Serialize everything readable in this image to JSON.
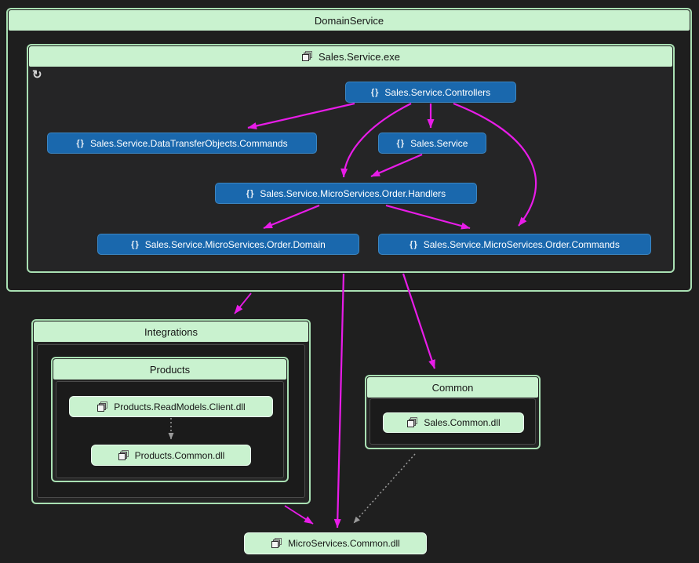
{
  "diagram": {
    "groups": {
      "domainService": {
        "title": "DomainService"
      },
      "salesServiceExe": {
        "title": "Sales.Service.exe"
      },
      "integrations": {
        "title": "Integrations"
      },
      "products": {
        "title": "Products"
      },
      "common": {
        "title": "Common"
      }
    },
    "nodes": {
      "controllers": {
        "label": "Sales.Service.Controllers",
        "kind": "namespace"
      },
      "dtoCommands": {
        "label": "Sales.Service.DataTransferObjects.Commands",
        "kind": "namespace"
      },
      "salesService": {
        "label": "Sales.Service",
        "kind": "namespace"
      },
      "orderHandlers": {
        "label": "Sales.Service.MicroServices.Order.Handlers",
        "kind": "namespace"
      },
      "orderDomain": {
        "label": "Sales.Service.MicroServices.Order.Domain",
        "kind": "namespace"
      },
      "orderCommands": {
        "label": "Sales.Service.MicroServices.Order.Commands",
        "kind": "namespace"
      },
      "productsReadModelsClient": {
        "label": "Products.ReadModels.Client.dll",
        "kind": "assembly"
      },
      "productsCommon": {
        "label": "Products.Common.dll",
        "kind": "assembly"
      },
      "salesCommon": {
        "label": "Sales.Common.dll",
        "kind": "assembly"
      },
      "microServicesCommon": {
        "label": "MicroServices.Common.dll",
        "kind": "assembly"
      }
    },
    "icons": {
      "namespace": "{}",
      "refresh": "↻",
      "assembly": "assembly-stacked-squares"
    },
    "colors": {
      "edge_strong": "#e81ce8",
      "edge_weak": "#9b9b9b",
      "group_fill": "#c9f2cf",
      "group_border": "#a9e0b3",
      "namespace_node_fill": "#1a68ad",
      "assembly_node_fill": "#c9f2cf",
      "background": "#1f1f1f"
    },
    "edges": [
      {
        "from": "Sales.Service.Controllers",
        "to": "Sales.Service.DataTransferObjects.Commands",
        "style": "solid"
      },
      {
        "from": "Sales.Service.Controllers",
        "to": "Sales.Service",
        "style": "solid"
      },
      {
        "from": "Sales.Service.Controllers",
        "to": "Sales.Service.MicroServices.Order.Handlers",
        "style": "solid"
      },
      {
        "from": "Sales.Service.Controllers",
        "to": "Sales.Service.MicroServices.Order.Commands",
        "style": "solid"
      },
      {
        "from": "Sales.Service",
        "to": "Sales.Service.MicroServices.Order.Handlers",
        "style": "solid"
      },
      {
        "from": "Sales.Service.MicroServices.Order.Handlers",
        "to": "Sales.Service.MicroServices.Order.Domain",
        "style": "solid"
      },
      {
        "from": "Sales.Service.MicroServices.Order.Handlers",
        "to": "Sales.Service.MicroServices.Order.Commands",
        "style": "solid"
      },
      {
        "from": "DomainService",
        "to": "Integrations",
        "style": "solid"
      },
      {
        "from": "Sales.Service.exe",
        "to": "MicroServices.Common.dll",
        "style": "solid"
      },
      {
        "from": "Sales.Service.exe",
        "to": "Common",
        "style": "solid"
      },
      {
        "from": "Integrations",
        "to": "MicroServices.Common.dll",
        "style": "solid"
      },
      {
        "from": "Products.ReadModels.Client.dll",
        "to": "Products.Common.dll",
        "style": "dashed"
      },
      {
        "from": "Common",
        "to": "MicroServices.Common.dll",
        "style": "dashed"
      }
    ]
  }
}
